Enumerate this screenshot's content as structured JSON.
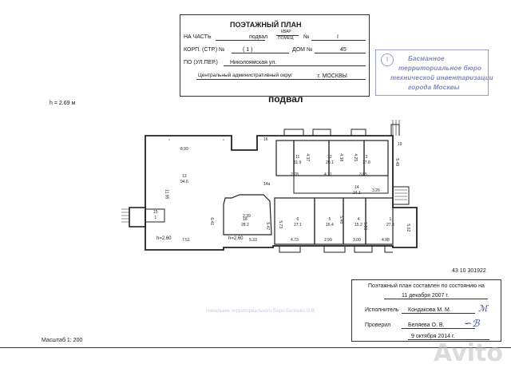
{
  "header": {
    "title": "ПОЭТАЖНЫЙ ПЛАН",
    "na_chast_label": "НА ЧАСТЬ",
    "na_chast_value": "подвал",
    "kvar_label_top": "КВАР",
    "kvar_label_bottom": "ПОМЕЩ",
    "kvar_value": "№",
    "kvar_num": "I",
    "korp_label": "КОРП. (СТР.) №",
    "korp_value": "(       1       )",
    "dom_label": "ДОМ №",
    "dom_value": "45",
    "street_label": "ПО (УЛ.ПЕР.)",
    "street_value": "Николоямская ул.",
    "district_value": "Центральный административный округ",
    "city_value": "г. МОСКВЫ"
  },
  "stamp": {
    "circle": "I",
    "line1": "Басманное",
    "line2": "территориальное бюро",
    "line3": "технической инвентаризации",
    "line4": "города Москвы"
  },
  "height_note": "h = 2.69 м",
  "floor_title": "подвал",
  "rooms": [
    {
      "num": "13",
      "area": "94.6"
    },
    {
      "num": "15",
      "area": "1"
    },
    {
      "num": "18",
      "area": "28.2"
    },
    {
      "num": "11",
      "area": "11.9"
    },
    {
      "num": "12",
      "area": "20.1"
    },
    {
      "num": "3",
      "area": "17.8"
    },
    {
      "num": "14",
      "area": "24.1"
    },
    {
      "num": "6",
      "area": "27.1"
    },
    {
      "num": "5",
      "area": "16.4"
    },
    {
      "num": "4",
      "area": "15.2"
    },
    {
      "num": "1",
      "area": "27.3"
    }
  ],
  "room_labels": {
    "h260_left": "h=2.60",
    "h260_mid": "h=2.60",
    "r14a": "14а",
    "r16": "16",
    "r19": "19"
  },
  "dimensions": {
    "d899": "8.99",
    "d1195": "11.95",
    "d751": "7.51",
    "d641": "6.41",
    "d239": "2.39",
    "d533": "5.33",
    "d547": "5.47",
    "d573": "5.73",
    "d278": "2.78",
    "d471": "4.71",
    "d385": "3.85",
    "d425": "4.25",
    "d437": "4.37",
    "d438": "4.38",
    "d548": "5.48",
    "d502": "5.02",
    "d473": "4.73",
    "d299": "2.99",
    "d300": "3.00",
    "d498": "4.98",
    "d506": "5.06",
    "d549": "5.49",
    "d326": "3.26"
  },
  "inventory_number": "43 10 301922",
  "info": {
    "line1": "Поэтажный план составлен по состоянию на",
    "date1": "11 декабря 2007 г.",
    "executor_label": "Исполнитель",
    "executor_value": "Кондакова М. М.",
    "checker_label": "Проверил",
    "checker_value": "Беляева О. В.",
    "date2": "9 октября 2014 г."
  },
  "faint_stamp": "Начальник территориального бюро Беляева О.В.",
  "scale": "Масштаб 1: 200",
  "watermark": "Avito"
}
